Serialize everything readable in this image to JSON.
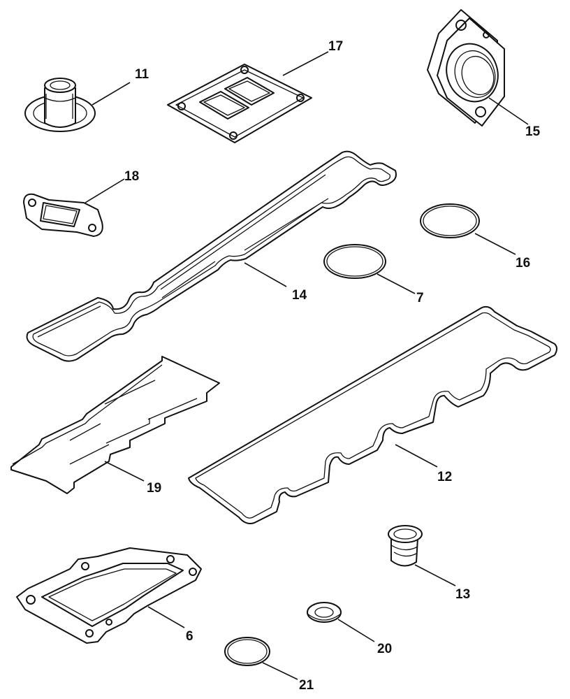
{
  "diagram": {
    "callouts": {
      "c11": "11",
      "c17": "17",
      "c15": "15",
      "c18": "18",
      "c16": "16",
      "c7": "7",
      "c14": "14",
      "c19": "19",
      "c12": "12",
      "c13": "13",
      "c6": "6",
      "c20": "20",
      "c21": "21"
    }
  }
}
